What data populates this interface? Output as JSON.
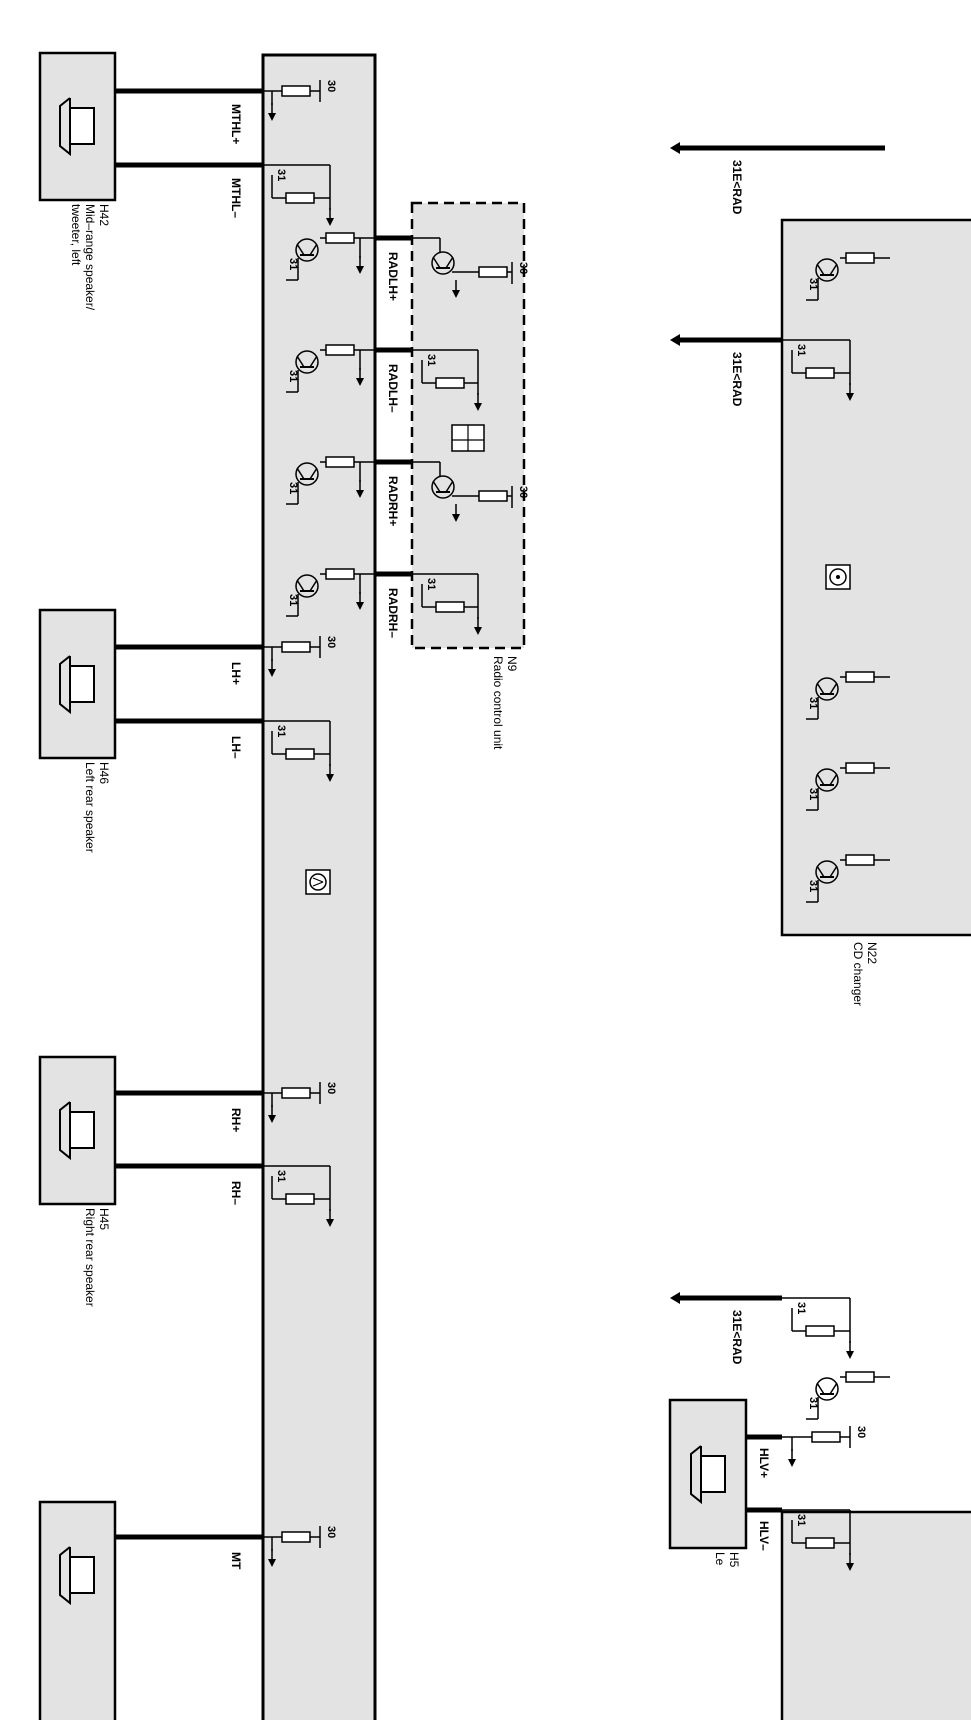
{
  "amplifier_box": {
    "pins": [
      "MTHL+",
      "MTHL–",
      "LH+",
      "LH–",
      "RH+",
      "RH–",
      "MT"
    ]
  },
  "radio_unit": {
    "id": "N9",
    "name": "Radio control unit",
    "pins": [
      "RADLH+",
      "RADLH–",
      "RADRH+",
      "RADRH–"
    ]
  },
  "cd_changer": {
    "id": "N22",
    "name": "CD changer"
  },
  "speakers": [
    {
      "id": "H42",
      "line1": "Mid–range speaker/",
      "line2": "tweeter, left"
    },
    {
      "id": "H46",
      "line1": "Left rear speaker",
      "line2": ""
    },
    {
      "id": "H45",
      "line1": "Right rear speaker",
      "line2": ""
    },
    {
      "id": "H5",
      "line1": "Le",
      "line2": ""
    }
  ],
  "ground_wires": [
    "31E<RAD",
    "31E<RAD",
    "31E<RAD"
  ],
  "lower_right_pins": [
    "HLV+",
    "HLV–"
  ],
  "terminals": {
    "plus": "30",
    "ground": "31"
  },
  "icons": [
    "speaker-icon",
    "transistor-icon",
    "resistor-icon",
    "ground-arrow-icon",
    "amplifier-symbol-icon",
    "cassette-symbol-icon"
  ]
}
